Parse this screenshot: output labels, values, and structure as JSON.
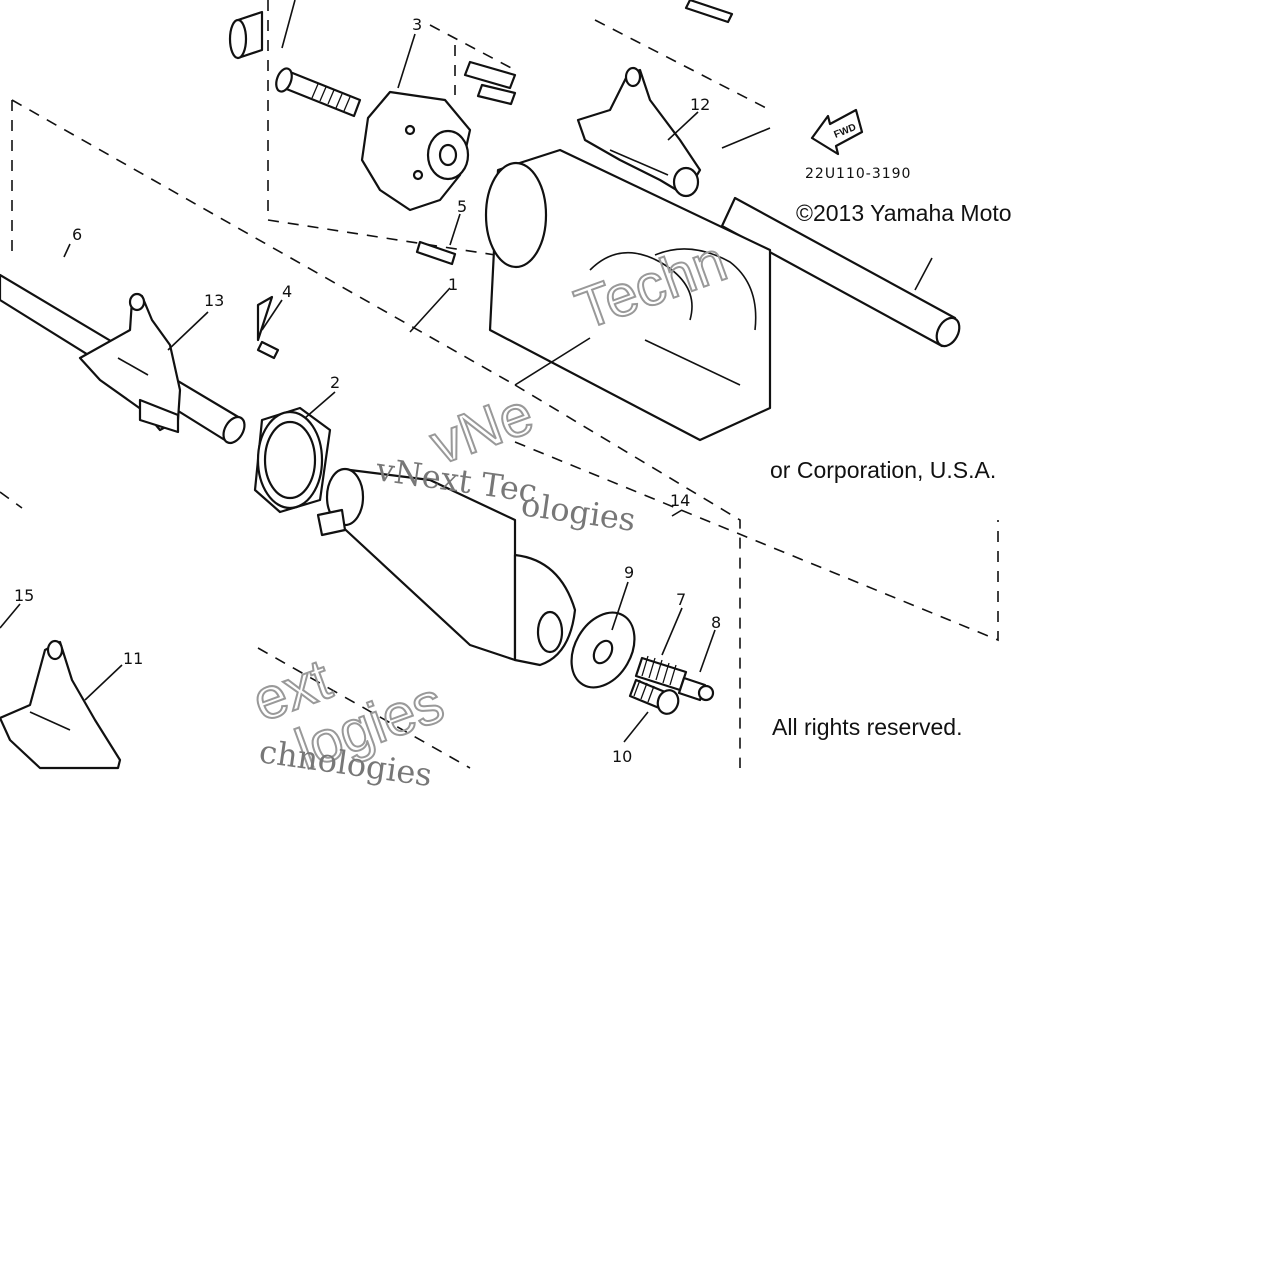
{
  "diagram": {
    "callouts": [
      "1",
      "2",
      "3",
      "4",
      "5",
      "6",
      "7",
      "8",
      "9",
      "10",
      "11",
      "12",
      "13",
      "14",
      "15"
    ],
    "part_code": "22U110-3190",
    "direction_badge": "FWD",
    "copyright_line_1": "©2013 Yamaha Moto",
    "copyright_line_2": "or Corporation, U.S.A.",
    "copyright_line_3": "All rights reserved.",
    "watermark": {
      "line_1": "vNext Tec",
      "line_2": "ologies",
      "line_3": "chnologies",
      "outline_1": "vNe",
      "outline_2": "Techn",
      "outline_3": "ext",
      "outline_4": "logies"
    }
  }
}
